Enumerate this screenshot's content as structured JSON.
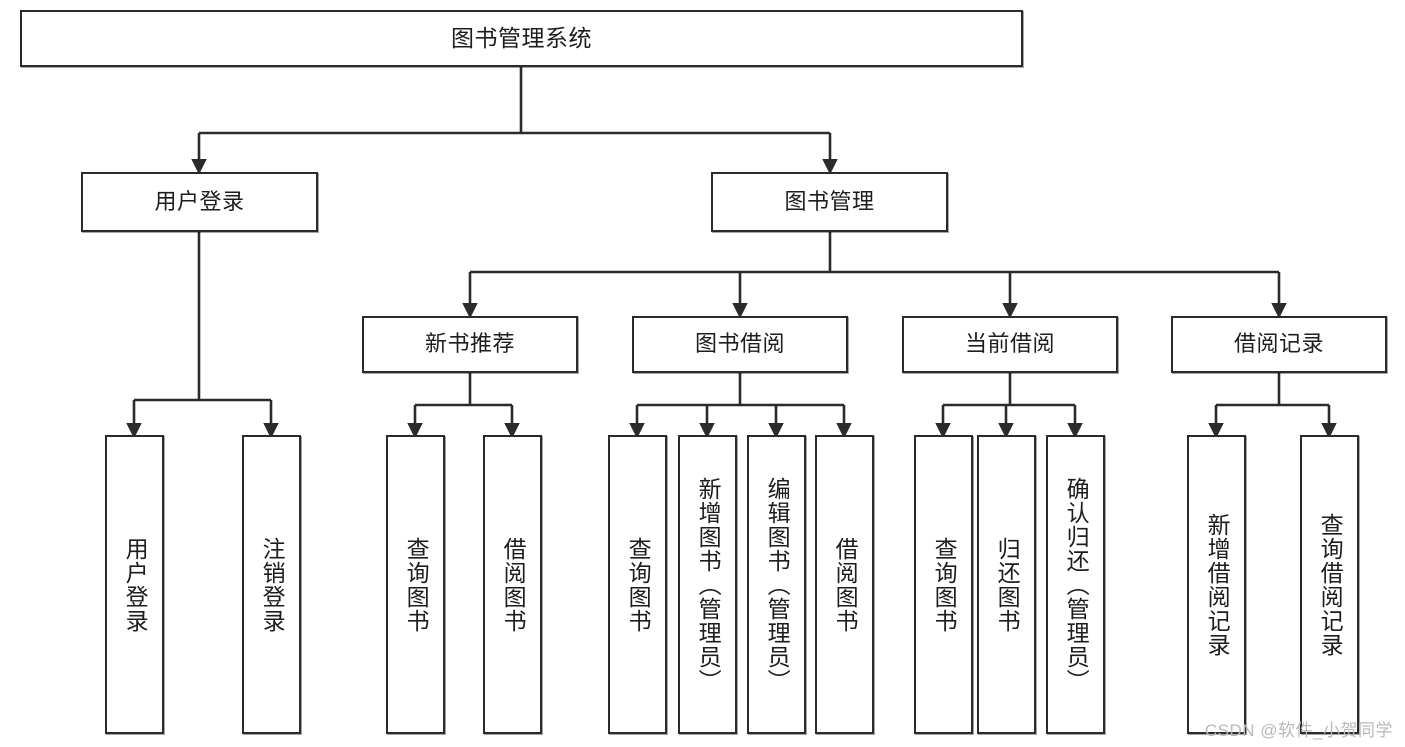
{
  "diagram": {
    "type": "tree",
    "title": "图书管理系统",
    "orientation": "top-down",
    "colors": {
      "box_border": "#2b2b2b",
      "box_fill": "#ffffff",
      "edge": "#2b2b2b",
      "text": "#1d1d1d",
      "watermark": "#b9b9b9"
    }
  },
  "nodes": {
    "root": {
      "label": "图书管理系统",
      "level": 1
    },
    "level2": [
      {
        "id": "user-login",
        "label": "用户登录"
      },
      {
        "id": "book-manage",
        "label": "图书管理"
      }
    ],
    "level3": [
      {
        "id": "new-book-recommend",
        "label": "新书推荐"
      },
      {
        "id": "book-borrow",
        "label": "图书借阅"
      },
      {
        "id": "current-borrow",
        "label": "当前借阅"
      },
      {
        "id": "borrow-record",
        "label": "借阅记录"
      }
    ],
    "leaves": {
      "user-login": [
        {
          "id": "leaf-user-login",
          "label": "用户登录"
        },
        {
          "id": "leaf-logout",
          "label": "注销登录"
        }
      ],
      "new-book-recommend": [
        {
          "id": "leaf-query-book-1",
          "label": "查询图书"
        },
        {
          "id": "leaf-borrow-book-1",
          "label": "借阅图书"
        }
      ],
      "book-borrow": [
        {
          "id": "leaf-query-book-2",
          "label": "查询图书"
        },
        {
          "id": "leaf-add-book",
          "label": "新增图书（管理员）"
        },
        {
          "id": "leaf-edit-book",
          "label": "编辑图书（管理员）"
        },
        {
          "id": "leaf-borrow-book-2",
          "label": "借阅图书"
        }
      ],
      "current-borrow": [
        {
          "id": "leaf-query-book-3",
          "label": "查询图书"
        },
        {
          "id": "leaf-return-book",
          "label": "归还图书"
        },
        {
          "id": "leaf-confirm-return",
          "label": "确认归还（管理员）"
        }
      ],
      "borrow-record": [
        {
          "id": "leaf-add-record",
          "label": "新增借阅记录"
        },
        {
          "id": "leaf-query-record",
          "label": "查询借阅记录"
        }
      ]
    }
  },
  "watermark": {
    "text": "CSDN @软件_小贺同学"
  }
}
